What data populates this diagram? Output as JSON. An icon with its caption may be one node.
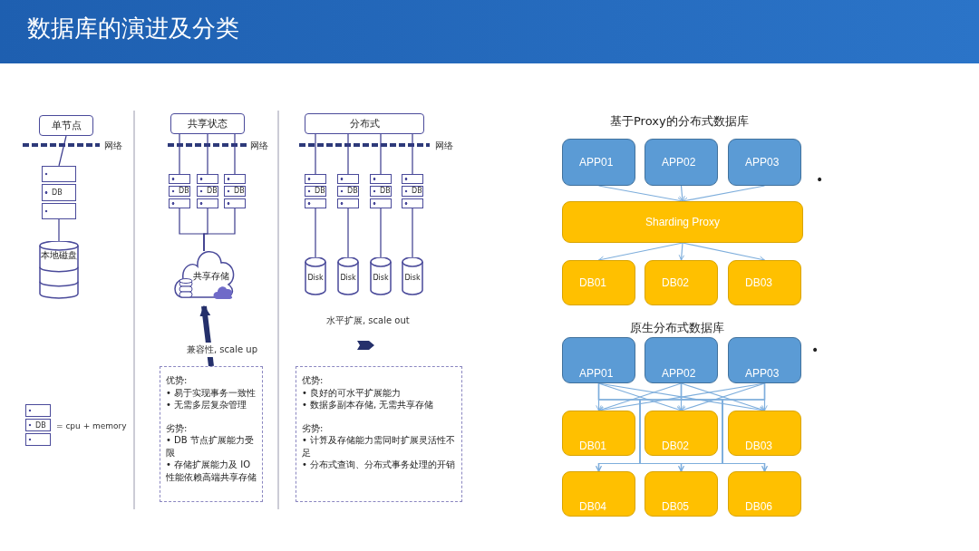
{
  "diagram": {
    "title": "数据库的演进及分类",
    "nodes": [
      {
        "text": [
          "单节点"
        ]
      },
      {
        "text": [
          "DB"
        ]
      },
      {
        "text": [
          "本地磁盘"
        ]
      },
      {
        "text": [
          "共享状态"
        ]
      },
      {
        "text": [
          "DB"
        ]
      },
      {
        "text": [
          "DB"
        ]
      },
      {
        "text": [
          "DB"
        ]
      },
      {
        "text": [
          "共享存储"
        ]
      },
      {
        "text": [
          "优势:",
          "• 易于实现事务一致性",
          "• 无需多层复杂管理",
          "劣势:",
          "• DB 节点扩展能力受限",
          "• 存储扩展能力及 IO 性能依赖高端共享存储"
        ]
      },
      {
        "text": [
          "分布式"
        ]
      },
      {
        "text": [
          "DB"
        ]
      },
      {
        "text": [
          "DB"
        ]
      },
      {
        "text": [
          "DB"
        ]
      },
      {
        "text": [
          "DB"
        ]
      },
      {
        "text": [
          "Disk"
        ]
      },
      {
        "text": [
          "Disk"
        ]
      },
      {
        "text": [
          "Disk"
        ]
      },
      {
        "text": [
          "Disk"
        ]
      },
      {
        "text": [
          "优势:",
          "• 良好的可水平扩展能力",
          "• 数据多副本存储, 无需共享存储",
          "劣势:",
          "• 计算及存储能力需同时扩展灵活性不足",
          "• 分布式查询、分布式事务处理的开销"
        ]
      },
      {
        "text": [
          "DB"
        ],
        "beside": [
          "= cpu + memory"
        ]
      },
      {
        "text": [
          "APP01"
        ]
      },
      {
        "text": [
          "APP02"
        ]
      },
      {
        "text": [
          "APP03"
        ]
      },
      {
        "text": [
          "Sharding Proxy"
        ]
      },
      {
        "text": [
          "DB01"
        ]
      },
      {
        "text": [
          "DB02"
        ]
      },
      {
        "text": [
          "DB03"
        ]
      },
      {
        "text": [
          "APP01"
        ]
      },
      {
        "text": [
          "APP02"
        ]
      },
      {
        "text": [
          "APP03"
        ]
      },
      {
        "text": [
          "DB01"
        ]
      },
      {
        "text": [
          "DB02"
        ]
      },
      {
        "text": [
          "DB03"
        ]
      },
      {
        "text": [
          "DB04"
        ]
      },
      {
        "text": [
          "DB05"
        ]
      },
      {
        "text": [
          "DB06"
        ]
      }
    ],
    "edges": [
      {
        "from": 0,
        "to": 1,
        "arrow": "none",
        "color": "#3a3a8c"
      },
      {
        "from": 1,
        "to": 2,
        "arrow": "none",
        "color": "#3a3a8c"
      },
      {
        "from": 3,
        "to": 4,
        "arrow": "none",
        "color": "#3a3a8c"
      },
      {
        "from": 3,
        "to": 5,
        "arrow": "none",
        "color": "#3a3a8c"
      },
      {
        "from": 3,
        "to": 6,
        "arrow": "none",
        "color": "#3a3a8c"
      },
      {
        "from": 4,
        "to": 7,
        "arrow": "none",
        "color": "#3a3a8c"
      },
      {
        "from": 5,
        "to": 7,
        "arrow": "none",
        "color": "#3a3a8c"
      },
      {
        "from": 6,
        "to": 7,
        "arrow": "none",
        "color": "#3a3a8c"
      },
      {
        "from": 8,
        "to": 7,
        "arrow": "to",
        "label": "兼容性, scale up",
        "style": "thick",
        "color": "#25306b"
      },
      {
        "from": 9,
        "to": 10,
        "arrow": "none",
        "color": "#3a3a8c"
      },
      {
        "from": 9,
        "to": 11,
        "arrow": "none",
        "color": "#3a3a8c"
      },
      {
        "from": 9,
        "to": 12,
        "arrow": "none",
        "color": "#3a3a8c"
      },
      {
        "from": 9,
        "to": 13,
        "arrow": "none",
        "color": "#3a3a8c"
      },
      {
        "from": 10,
        "to": 14,
        "arrow": "none",
        "color": "#3a3a8c"
      },
      {
        "from": 11,
        "to": 15,
        "arrow": "none",
        "color": "#3a3a8c"
      },
      {
        "from": 12,
        "to": 16,
        "arrow": "none",
        "color": "#3a3a8c"
      },
      {
        "from": 13,
        "to": 17,
        "arrow": "none",
        "color": "#3a3a8c"
      },
      {
        "from": 20,
        "to": 23,
        "arrow": "to"
      },
      {
        "from": 21,
        "to": 23,
        "arrow": "to"
      },
      {
        "from": 22,
        "to": 23,
        "arrow": "to"
      },
      {
        "from": 23,
        "to": 24,
        "arrow": "to"
      },
      {
        "from": 23,
        "to": 25,
        "arrow": "to"
      },
      {
        "from": 23,
        "to": 26,
        "arrow": "to"
      },
      {
        "from": 27,
        "to": 30,
        "arrow": "to"
      },
      {
        "from": 27,
        "to": 31,
        "arrow": "to"
      },
      {
        "from": 27,
        "to": 32,
        "arrow": "to"
      },
      {
        "from": 27,
        "to": 33,
        "arrow": "to"
      },
      {
        "from": 27,
        "to": 34,
        "arrow": "to"
      },
      {
        "from": 27,
        "to": 35,
        "arrow": "to"
      },
      {
        "from": 28,
        "to": 30,
        "arrow": "to"
      },
      {
        "from": 28,
        "to": 31,
        "arrow": "to"
      },
      {
        "from": 28,
        "to": 32,
        "arrow": "to"
      },
      {
        "from": 28,
        "to": 33,
        "arrow": "to"
      },
      {
        "from": 28,
        "to": 34,
        "arrow": "to"
      },
      {
        "from": 28,
        "to": 35,
        "arrow": "to"
      },
      {
        "from": 29,
        "to": 30,
        "arrow": "to"
      },
      {
        "from": 29,
        "to": 31,
        "arrow": "to"
      },
      {
        "from": 29,
        "to": 32,
        "arrow": "to"
      },
      {
        "from": 29,
        "to": 33,
        "arrow": "to"
      },
      {
        "from": 29,
        "to": 34,
        "arrow": "to"
      },
      {
        "from": 29,
        "to": 35,
        "arrow": "to"
      }
    ],
    "labels": [
      "网络",
      "网络",
      "网络",
      "水平扩展, scale out",
      "基于Proxy的分布式数据库",
      "•",
      "原生分布式数据库",
      "•"
    ]
  }
}
